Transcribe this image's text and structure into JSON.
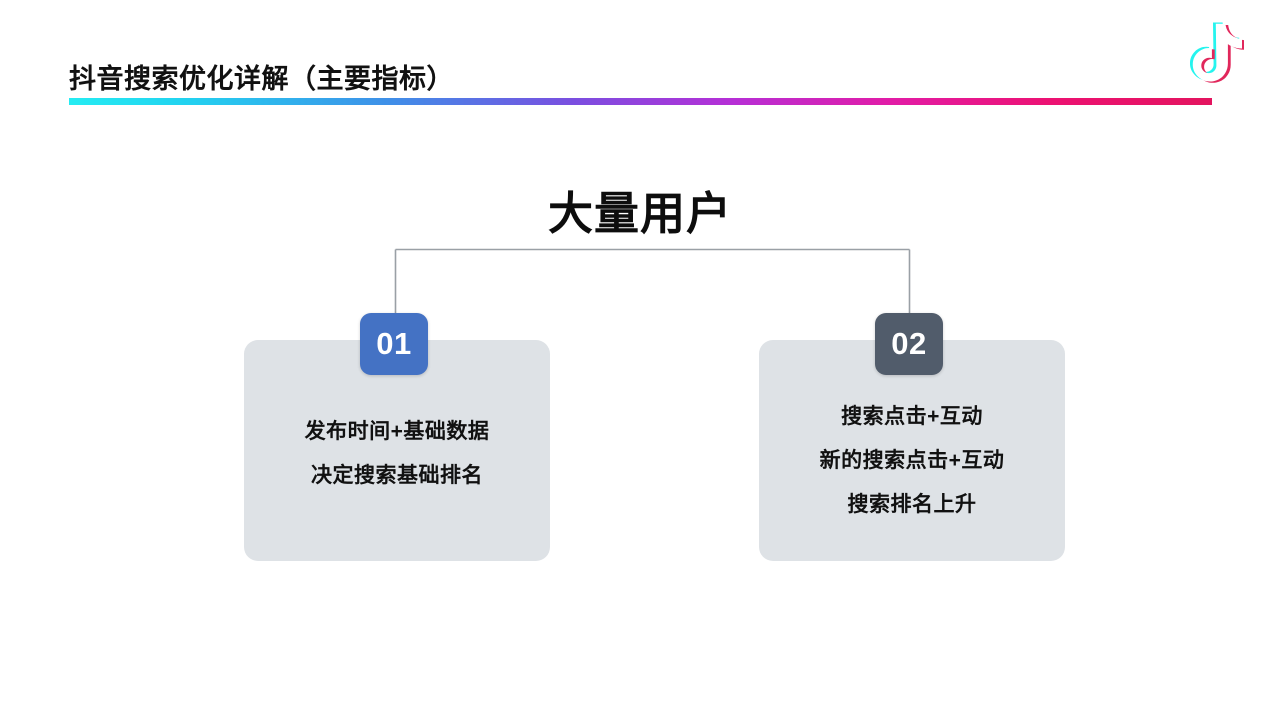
{
  "header": {
    "title": "抖音搜索优化详解（主要指标）",
    "rule_colors": [
      "#25ECF2",
      "#3F8FE8",
      "#7A4FE0",
      "#B62FD6",
      "#EC1272",
      "#E3145F"
    ],
    "logo_name": "tiktok-logo"
  },
  "main": {
    "heading": "大量用户",
    "nodes": [
      {
        "badge": "01",
        "badge_color": "#4472C4",
        "lines": [
          "发布时间+基础数据",
          "决定搜索基础排名"
        ]
      },
      {
        "badge": "02",
        "badge_color": "#515C6B",
        "lines": [
          "搜索点击+互动",
          "新的搜索点击+互动",
          "搜索排名上升"
        ]
      }
    ],
    "card_color": "#DEE2E6",
    "connector_color": "#9AA0A6"
  }
}
